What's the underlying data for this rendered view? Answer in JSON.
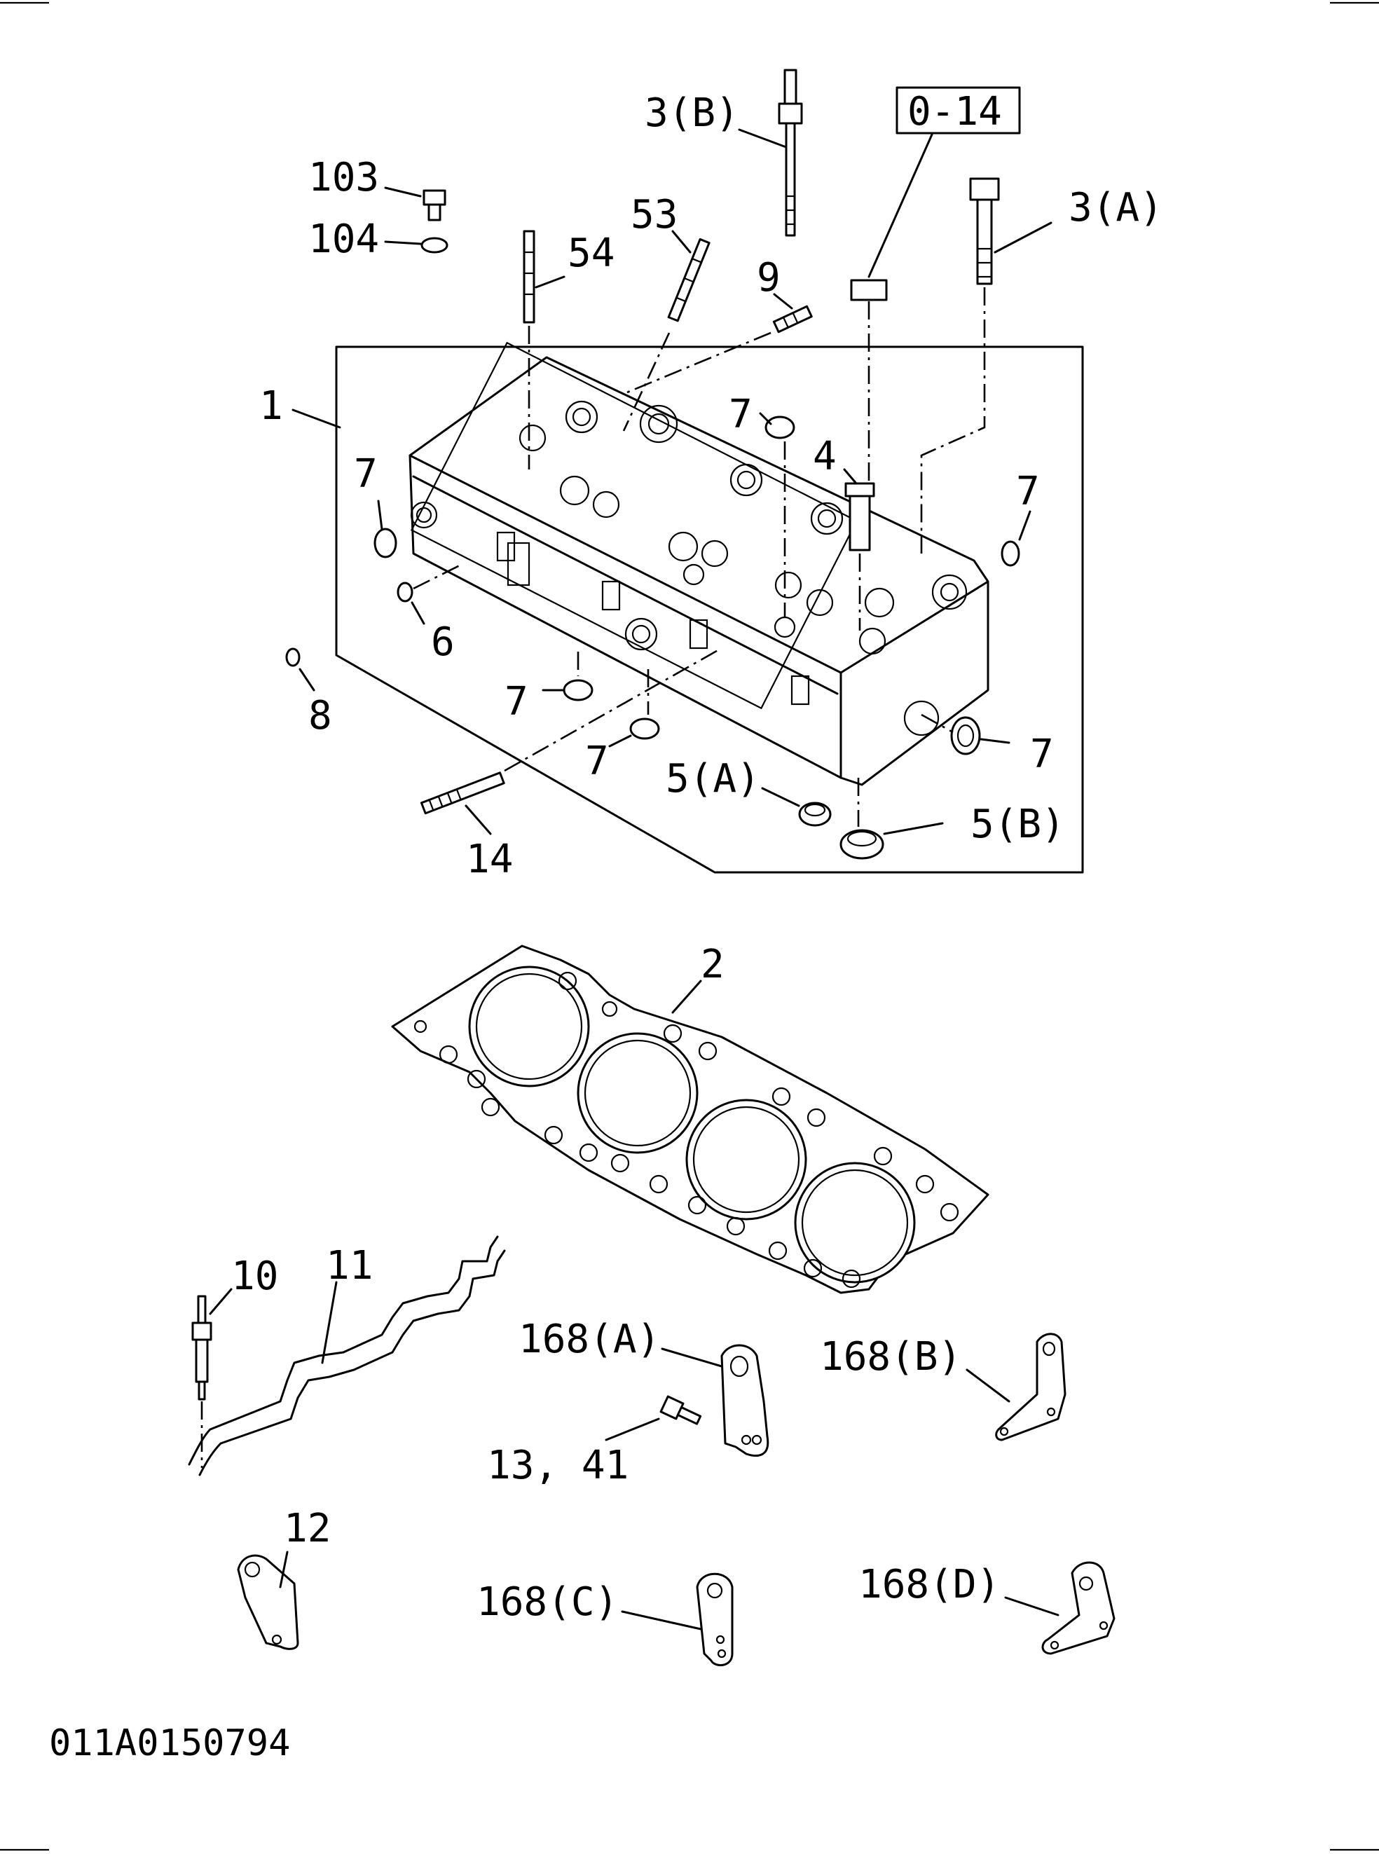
{
  "diagram": {
    "catalog_code": "011A0150794",
    "labels": {
      "p1": "1",
      "p2": "2",
      "p3a": "3(A)",
      "p3b": "3(B)",
      "p4": "4",
      "p5a": "5(A)",
      "p5b": "5(B)",
      "p6": "6",
      "p7": "7",
      "p8": "8",
      "p9": "9",
      "p10": "10",
      "p11": "11",
      "p12": "12",
      "p13_41": "13, 41",
      "p14": "14",
      "p53": "53",
      "p54": "54",
      "p103": "103",
      "p104": "104",
      "p168a": "168(A)",
      "p168b": "168(B)",
      "p168c": "168(C)",
      "p168d": "168(D)",
      "ref_box": "0-14"
    }
  }
}
